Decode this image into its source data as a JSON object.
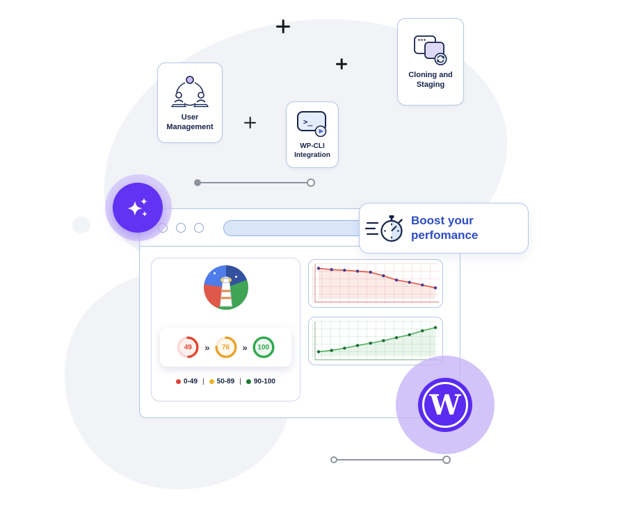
{
  "colors": {
    "purple": "#6233f2",
    "purple_halo": "#cfc0f9",
    "wp_purple": "#5a2bf0",
    "wp_halo": "#c7b4f8",
    "navy": "#16224a",
    "boost_text": "#2d4cc2",
    "card_border": "#b3c4e6",
    "url_fill": "#d9e6f8",
    "url_border": "#8fb0e4",
    "connector": "#8d939e"
  },
  "features": {
    "user_management": {
      "label": "User Management",
      "icon": "users-network-icon"
    },
    "wp_cli": {
      "label": "WP-CLI Integration",
      "icon": "terminal-icon",
      "prompt": ">_"
    },
    "cloning": {
      "label": "Cloning and Staging",
      "icon": "windows-sync-icon"
    }
  },
  "boost": {
    "title_line1": "Boost your",
    "title_line2": "perfomance",
    "icon": "stopwatch-icon"
  },
  "lighthouse": {
    "icon": "lighthouse-logo",
    "gauges": [
      {
        "value": 49,
        "color": "#e2442f"
      },
      {
        "value": 76,
        "color": "#eda02c"
      },
      {
        "value": 100,
        "color": "#2fa84f"
      }
    ],
    "arrow": "»",
    "legend_separator": "|",
    "legend": [
      {
        "label": "0-49",
        "color": "#d9453a"
      },
      {
        "label": "50-89",
        "color": "#f0b429"
      },
      {
        "label": "90-100",
        "color": "#1e7a34"
      }
    ]
  },
  "chart_data": [
    {
      "type": "line",
      "name": "metric-declining",
      "trend": "down",
      "x": [
        0,
        1,
        2,
        3,
        4,
        5,
        6,
        7,
        8,
        9
      ],
      "values": [
        93,
        89,
        87,
        84,
        81,
        70,
        57,
        50,
        42,
        33
      ],
      "ylim": [
        0,
        100
      ],
      "grid": true,
      "line_color": "#e05b4b",
      "dot_color": "#4a3c8f",
      "axis_color": "#e09a90"
    },
    {
      "type": "line",
      "name": "metric-improving",
      "trend": "up",
      "x": [
        0,
        1,
        2,
        3,
        4,
        5,
        6,
        7,
        8,
        9
      ],
      "values": [
        14,
        18,
        25,
        33,
        40,
        48,
        57,
        66,
        78,
        88
      ],
      "ylim": [
        0,
        100
      ],
      "grid": true,
      "line_color": "#57b368",
      "dot_color": "#1d6b34",
      "axis_color": "#9ebfa6"
    }
  ],
  "wordpress": {
    "logo_letter": "W"
  }
}
